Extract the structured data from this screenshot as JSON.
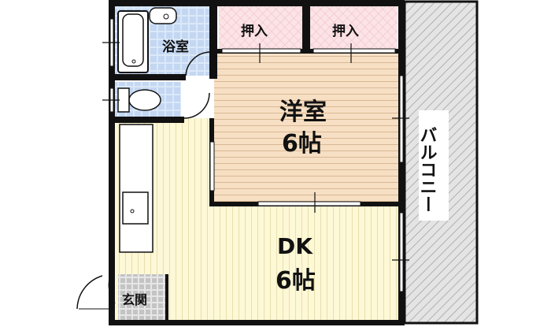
{
  "rooms": {
    "bathroom": {
      "label": "浴室"
    },
    "closet_left": {
      "label": "押入"
    },
    "closet_right": {
      "label": "押入"
    },
    "western_room": {
      "label": "洋室",
      "size": "6帖"
    },
    "dk": {
      "label": "DK",
      "size": "6帖"
    },
    "entrance": {
      "label": "玄関"
    },
    "balcony": {
      "label": "バルコニー"
    }
  },
  "colors": {
    "wall": "#111111",
    "bath_tile": "#dbe8f8",
    "closet": "#fbe0e4",
    "western_floor": "#f7dfc4",
    "dk_floor": "#fdf8d6",
    "entrance_tile": "#d0d0d0",
    "balcony": "#d8d8d8"
  }
}
